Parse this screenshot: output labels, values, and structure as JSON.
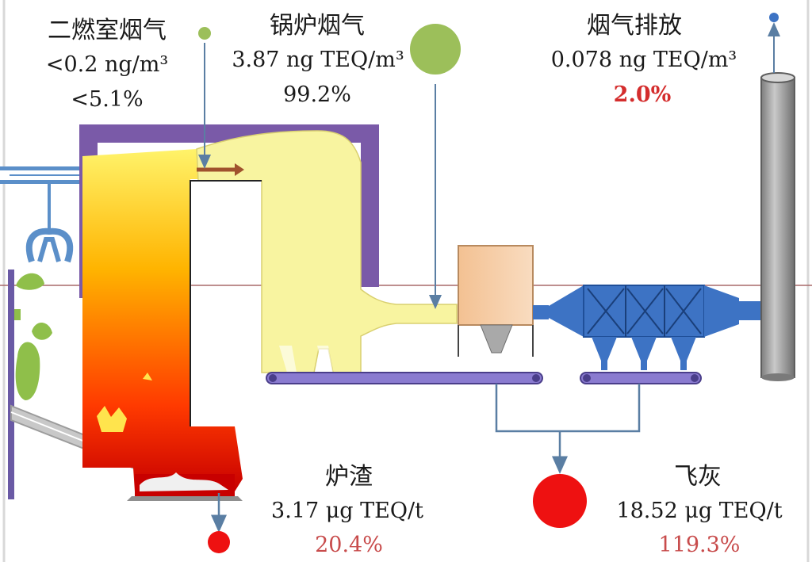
{
  "secondary_chamber": {
    "title": "二燃室烟气",
    "conc": "<0.2 ng/m³",
    "share": "<5.1%"
  },
  "boiler_flue_gas": {
    "title": "锅炉烟气",
    "conc": "3.87 ng TEQ/m³",
    "share": "99.2%"
  },
  "flue_gas_emission": {
    "title": "烟气排放",
    "conc": "0.078 ng TEQ/m³",
    "share": "2.0%"
  },
  "bottom_ash": {
    "title": "炉渣",
    "conc": "3.17 μg TEQ/t",
    "share": "20.4%"
  },
  "fly_ash": {
    "title": "飞灰",
    "conc": "18.52 μg TEQ/t",
    "share": "119.3%"
  },
  "colors": {
    "duct_purple": "#7a5aa8",
    "boiler_yellow": "#f8f4a0",
    "furnace_hot": "#ff2a00",
    "furnace_warm": "#ffd200",
    "baghouse": "#f5c9a0",
    "scrubber": "#3d73c4",
    "stack": "#9a9a9a",
    "bubble_green": "#9cbf5a",
    "bubble_red": "#ee1111",
    "accent_red": "#d42d2d"
  }
}
